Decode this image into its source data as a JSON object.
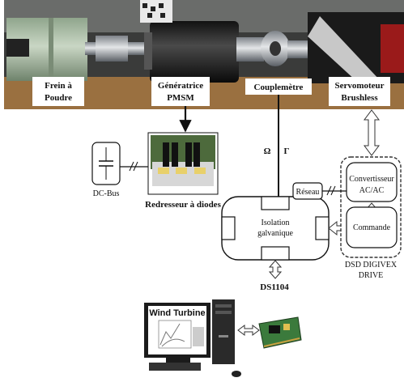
{
  "bench": {
    "labels": {
      "brake": [
        "Frein à",
        "Poudre"
      ],
      "generator": [
        "Génératrice",
        "PMSM"
      ],
      "torquemeter": "Couplemètre",
      "servomotor": [
        "Servomoteur",
        "Brushless"
      ]
    }
  },
  "signals": {
    "speed": "Ω",
    "torque": "Γ"
  },
  "blocks": {
    "dc_bus": "DC-Bus",
    "rectifier": "Redresseur à diodes",
    "isolation": [
      "Isolation",
      "galvanique"
    ],
    "network": "Réseau",
    "converter": [
      "Convertisseur",
      "AC/AC"
    ],
    "command": "Commande",
    "drive": [
      "DSD DIGIVEX",
      "DRIVE"
    ],
    "ds1104": "DS1104",
    "monitor_title": "Wind Turbine"
  }
}
